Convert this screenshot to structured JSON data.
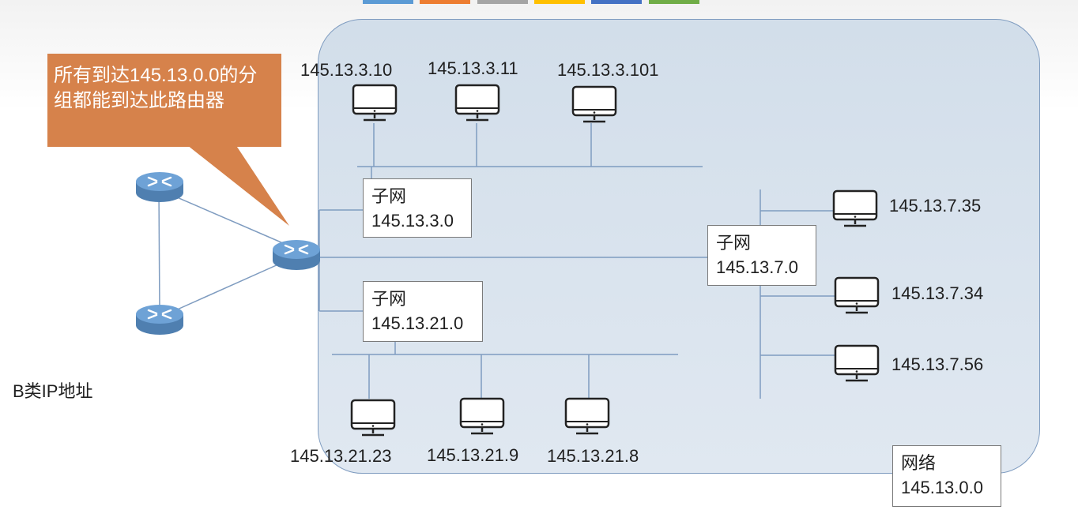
{
  "top_swatches": [
    "#5b9bd5",
    "#ed7d31",
    "#a5a5a5",
    "#ffc000",
    "#4472c4",
    "#70ad47"
  ],
  "callout": {
    "text": "所有到达145.13.0.0的分组都能到达此路由器",
    "color": "#d6824b"
  },
  "class_label": "B类IP地址",
  "network": {
    "label": "网络",
    "address": "145.13.0.0"
  },
  "subnets": [
    {
      "label": "子网",
      "address": "145.13.3.0"
    },
    {
      "label": "子网",
      "address": "145.13.21.0"
    },
    {
      "label": "子网",
      "address": "145.13.7.0"
    }
  ],
  "hosts": {
    "subnet_3": [
      "145.13.3.10",
      "145.13.3.11",
      "145.13.3.101"
    ],
    "subnet_21": [
      "145.13.21.23",
      "145.13.21.9",
      "145.13.21.8"
    ],
    "subnet_7": [
      "145.13.7.35",
      "145.13.7.34",
      "145.13.7.56"
    ]
  },
  "icons": {
    "router": "router-icon",
    "computer": "monitor-icon"
  }
}
